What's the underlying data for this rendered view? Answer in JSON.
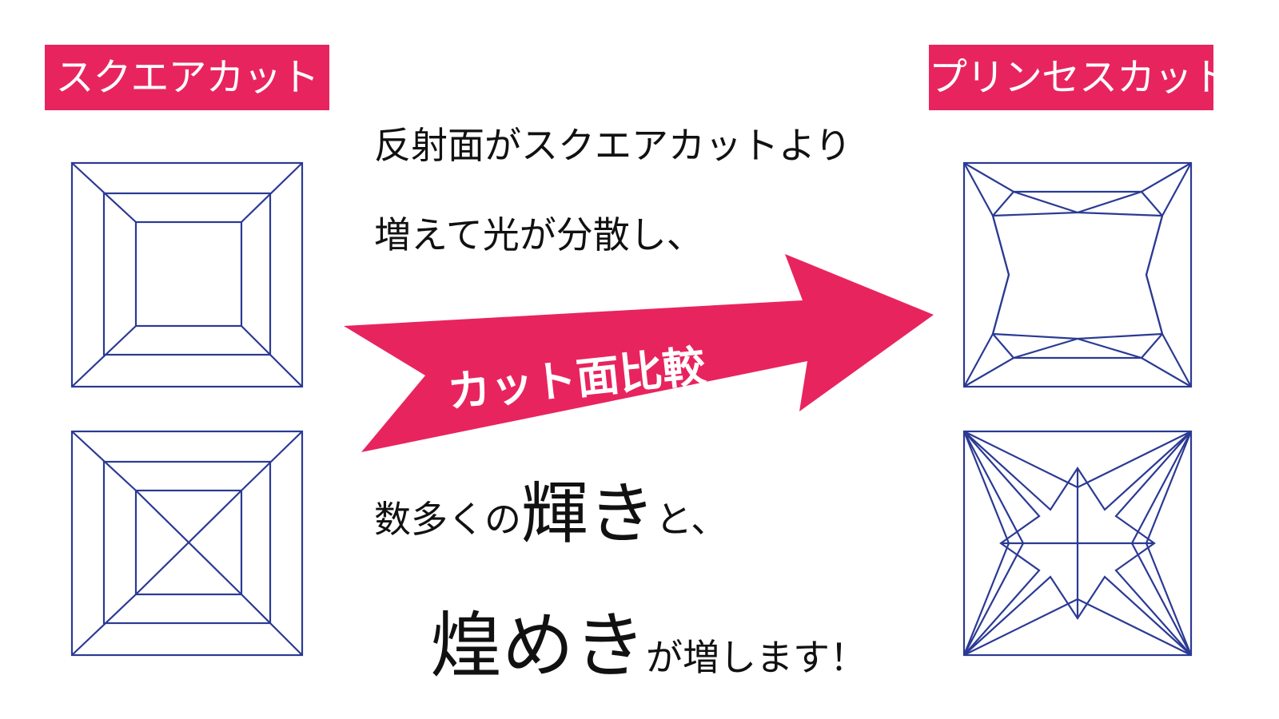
{
  "labels": {
    "left": "スクエアカット",
    "right": "プリンセスカット"
  },
  "text": {
    "line1": "反射面がスクエアカットより",
    "line2": "増えて光が分散し、",
    "line3_a": "数多くの",
    "line3_big": "輝き",
    "line3_b": "と、",
    "line4_big": "煌めき",
    "line4_b": "が増します！"
  },
  "arrow": {
    "label": "カット面比較",
    "color": "#e8245f"
  },
  "colors": {
    "accent": "#e8245f",
    "facet_line": "#2b3a94"
  }
}
